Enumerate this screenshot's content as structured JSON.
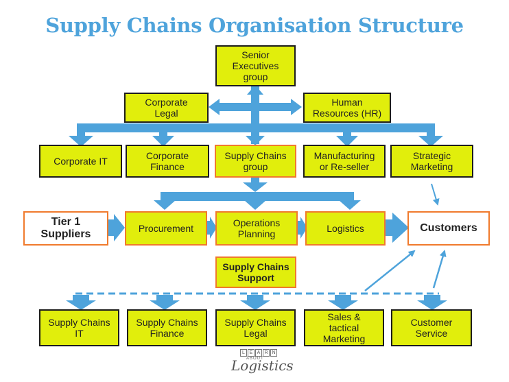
{
  "title": "Supply Chains Organisation Structure",
  "nodes": {
    "senior_executives": "Senior\nExecutives\ngroup",
    "corporate_legal": "Corporate\nLegal",
    "human_resources": "Human\nResources (HR)",
    "corporate_it": "Corporate IT",
    "corporate_finance": "Corporate\nFinance",
    "supply_chains_group": "Supply Chains\ngroup",
    "manufacturing": "Manufacturing\nor Re-seller",
    "strategic_marketing": "Strategic\nMarketing",
    "tier1_suppliers": "Tier 1\nSuppliers",
    "procurement": "Procurement",
    "operations_planning": "Operations\nPlanning",
    "logistics": "Logistics",
    "customers": "Customers",
    "supply_chains_support": "Supply Chains\nSupport",
    "sc_it": "Supply Chains\nIT",
    "sc_finance": "Supply Chains\nFinance",
    "sc_legal": "Supply Chains\nLegal",
    "sales_marketing": "Sales &\ntactical\nMarketing",
    "customer_service": "Customer\nService"
  },
  "logo": {
    "letters": [
      "L",
      "E",
      "A",
      "R",
      "N"
    ],
    "about": "ABOUT",
    "word": "ogistics",
    "initial": "L"
  },
  "colors": {
    "box_fill": "#e1ee0c",
    "box_border": "#1c1c1c",
    "accent_border": "#f07a2c",
    "arrow": "#4ea3db",
    "title": "#4ea3db"
  }
}
